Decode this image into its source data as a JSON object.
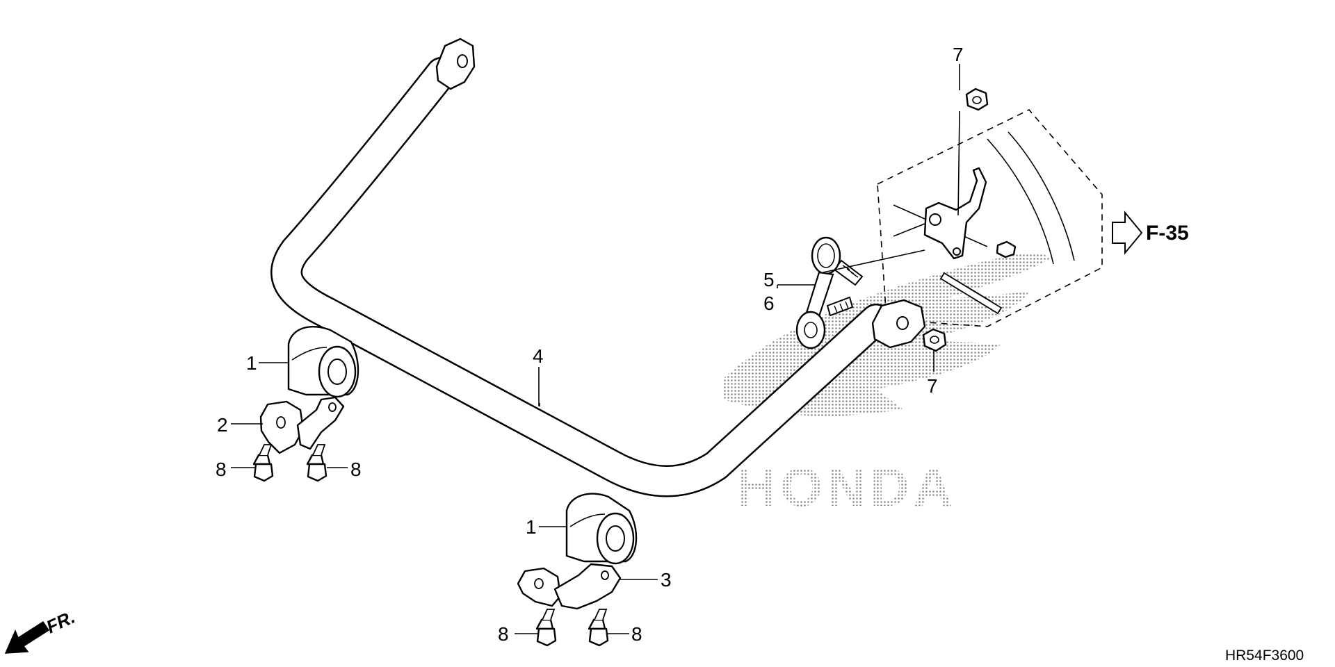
{
  "diagram": {
    "callouts": {
      "c1_upper": "1",
      "c1_lower": "1",
      "c2": "2",
      "c3": "3",
      "c4": "4",
      "c5": "5",
      "c6": "6",
      "c7_top": "7",
      "c7_bottom": "7",
      "c8_a": "8",
      "c8_b": "8",
      "c8_c": "8",
      "c8_d": "8"
    },
    "reference": {
      "label": "F-35"
    },
    "direction": {
      "label": "FR."
    },
    "diagram_code": "HR54F3600",
    "watermark": {
      "brand": "HONDA"
    }
  }
}
